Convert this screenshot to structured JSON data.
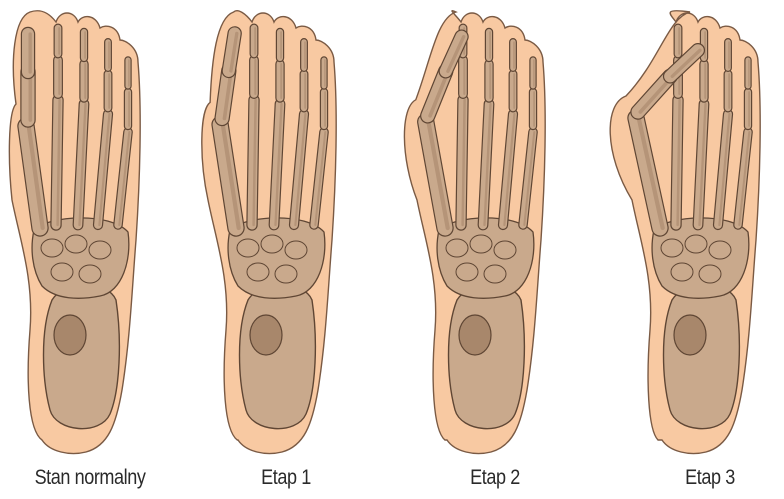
{
  "diagram": {
    "stages": [
      {
        "id": "normal",
        "label": "Stan normalny",
        "hallux_angle_deg": 0
      },
      {
        "id": "stage1",
        "label": "Etap 1",
        "hallux_angle_deg": 8
      },
      {
        "id": "stage2",
        "label": "Etap 2",
        "hallux_angle_deg": 22
      },
      {
        "id": "stage3",
        "label": "Etap 3",
        "hallux_angle_deg": 42
      }
    ]
  },
  "colors": {
    "skin_fill": "#f8c9a2",
    "skin_outline": "#7a5a44",
    "bone_fill": "#c9a98c",
    "bone_shadow": "#a8876b",
    "bone_outline": "#5f4634",
    "caption_text": "#2a2a2a"
  }
}
